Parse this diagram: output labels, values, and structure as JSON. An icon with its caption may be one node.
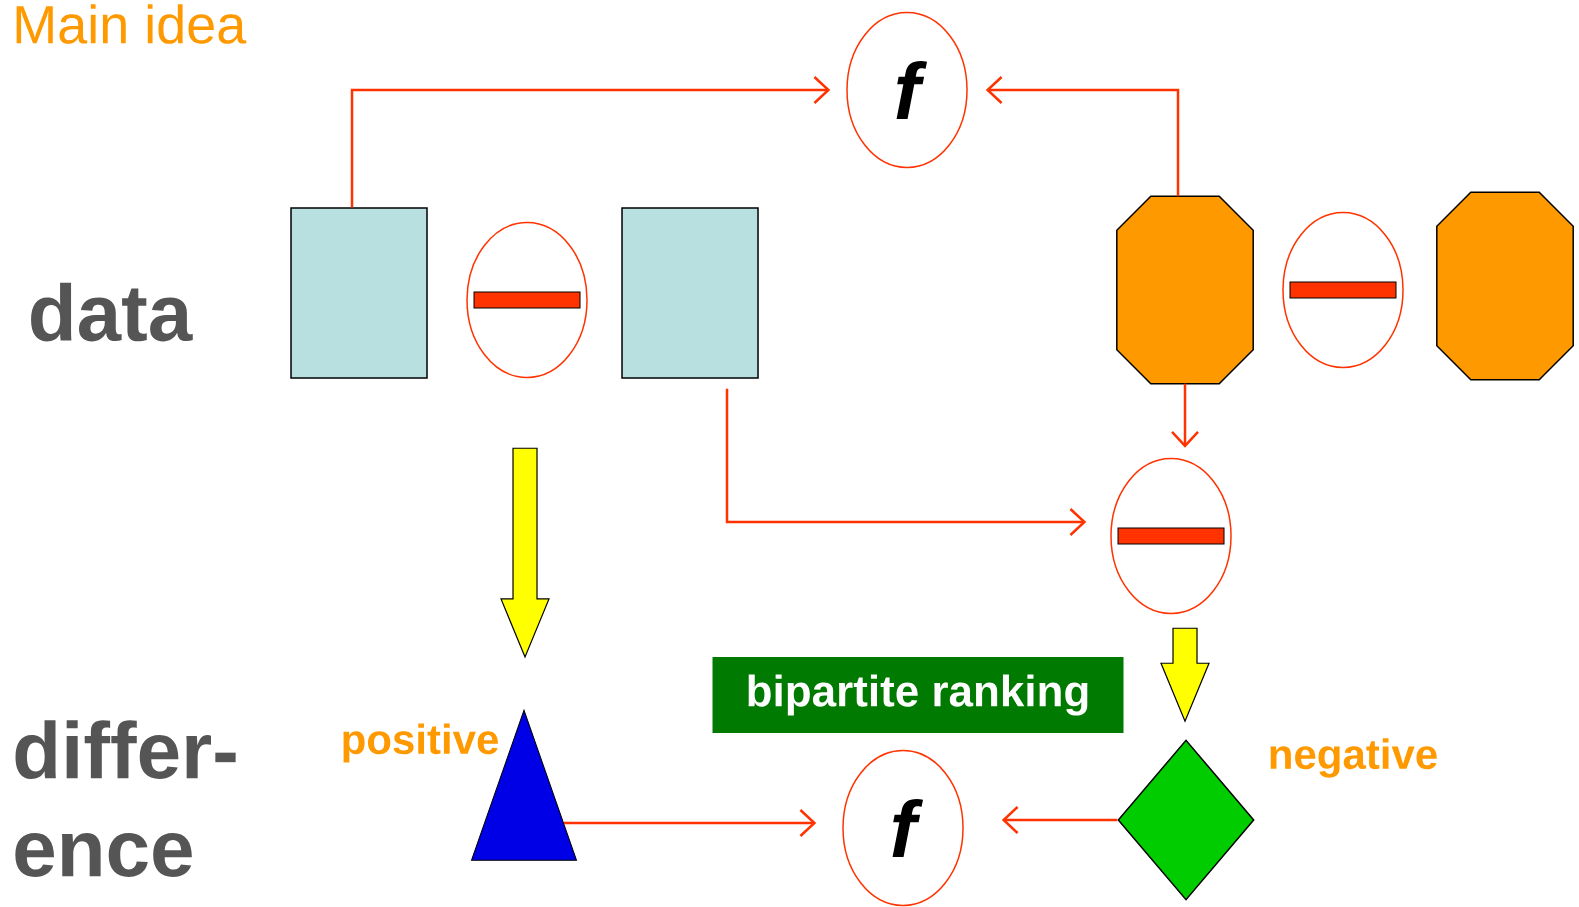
{
  "diagram": {
    "title": "Main idea",
    "nodes": [
      {
        "text": [
          "f"
        ]
      },
      {
        "text": [],
        "shape": "box"
      },
      {
        "text": [],
        "shape": "circle"
      },
      {
        "text": [],
        "shape": "box"
      },
      {
        "text": [],
        "shape": "octagon"
      },
      {
        "text": [],
        "shape": "circle"
      },
      {
        "text": [],
        "shape": "octagon"
      },
      {
        "text": [],
        "shape": "circle"
      },
      {
        "text": [
          "bipartite ranking"
        ]
      },
      {
        "text": [],
        "shape": "triangle",
        "beside": [
          "positive"
        ]
      },
      {
        "text": [
          "f"
        ]
      },
      {
        "text": [],
        "shape": "diamond",
        "beside": [
          "negative"
        ]
      }
    ],
    "edges": [
      {
        "from": 1,
        "to": 0,
        "arrow": "to"
      },
      {
        "from": 4,
        "to": 0,
        "arrow": "to"
      },
      {
        "from": 4,
        "to": 7,
        "arrow": "to"
      },
      {
        "from": 3,
        "to": 7,
        "arrow": "to"
      },
      {
        "from": 2,
        "to": 9,
        "arrow": "to",
        "style": "thick",
        "color": "#ffff00"
      },
      {
        "from": 7,
        "to": 11,
        "arrow": "to",
        "style": "thick",
        "color": "#ffff00"
      },
      {
        "from": 9,
        "to": 10,
        "arrow": "to"
      },
      {
        "from": 11,
        "to": 10,
        "arrow": "to"
      }
    ],
    "labels": [
      "data",
      "differ- ence"
    ]
  }
}
